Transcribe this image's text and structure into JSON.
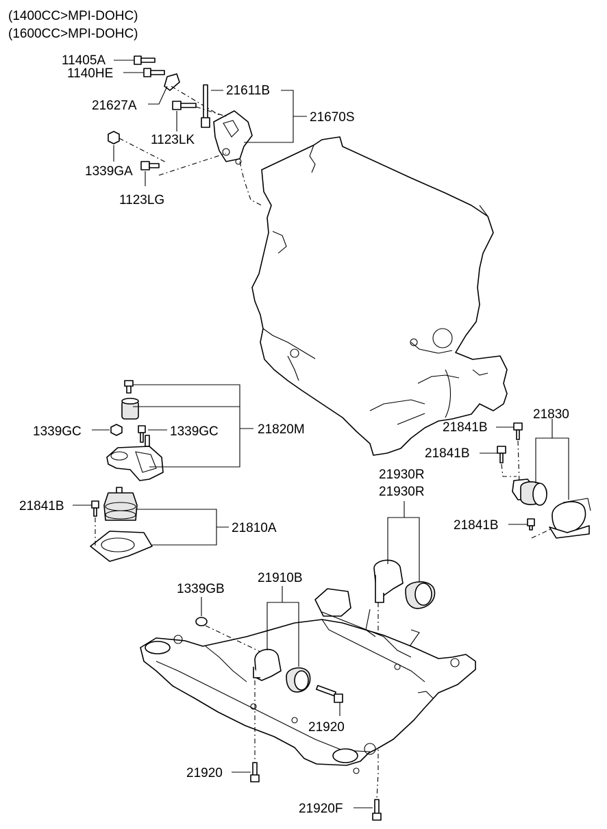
{
  "header": {
    "line1": "(1400CC>MPI-DOHC)",
    "line2": "(1600CC>MPI-DOHC)"
  },
  "labels": {
    "p11405A": "11405A",
    "p1140HE": "1140HE",
    "p21627A": "21627A",
    "p21611B": "21611B",
    "p21670S": "21670S",
    "p1123LK": "1123LK",
    "p1339GA": "1339GA",
    "p1123LG": "1123LG",
    "p1339GC_left": "1339GC",
    "p1339GC_right": "1339GC",
    "p21820M": "21820M",
    "p21841B_mid": "21841B",
    "p21810A": "21810A",
    "p21841B_r1": "21841B",
    "p21841B_r2": "21841B",
    "p21841B_r3": "21841B",
    "p21830": "21830",
    "p21930R_1": "21930R",
    "p21930R_2": "21930R",
    "p1339GB": "1339GB",
    "p21910B": "21910B",
    "p21920_mid": "21920",
    "p21920_left": "21920",
    "p21920F": "21920F"
  }
}
